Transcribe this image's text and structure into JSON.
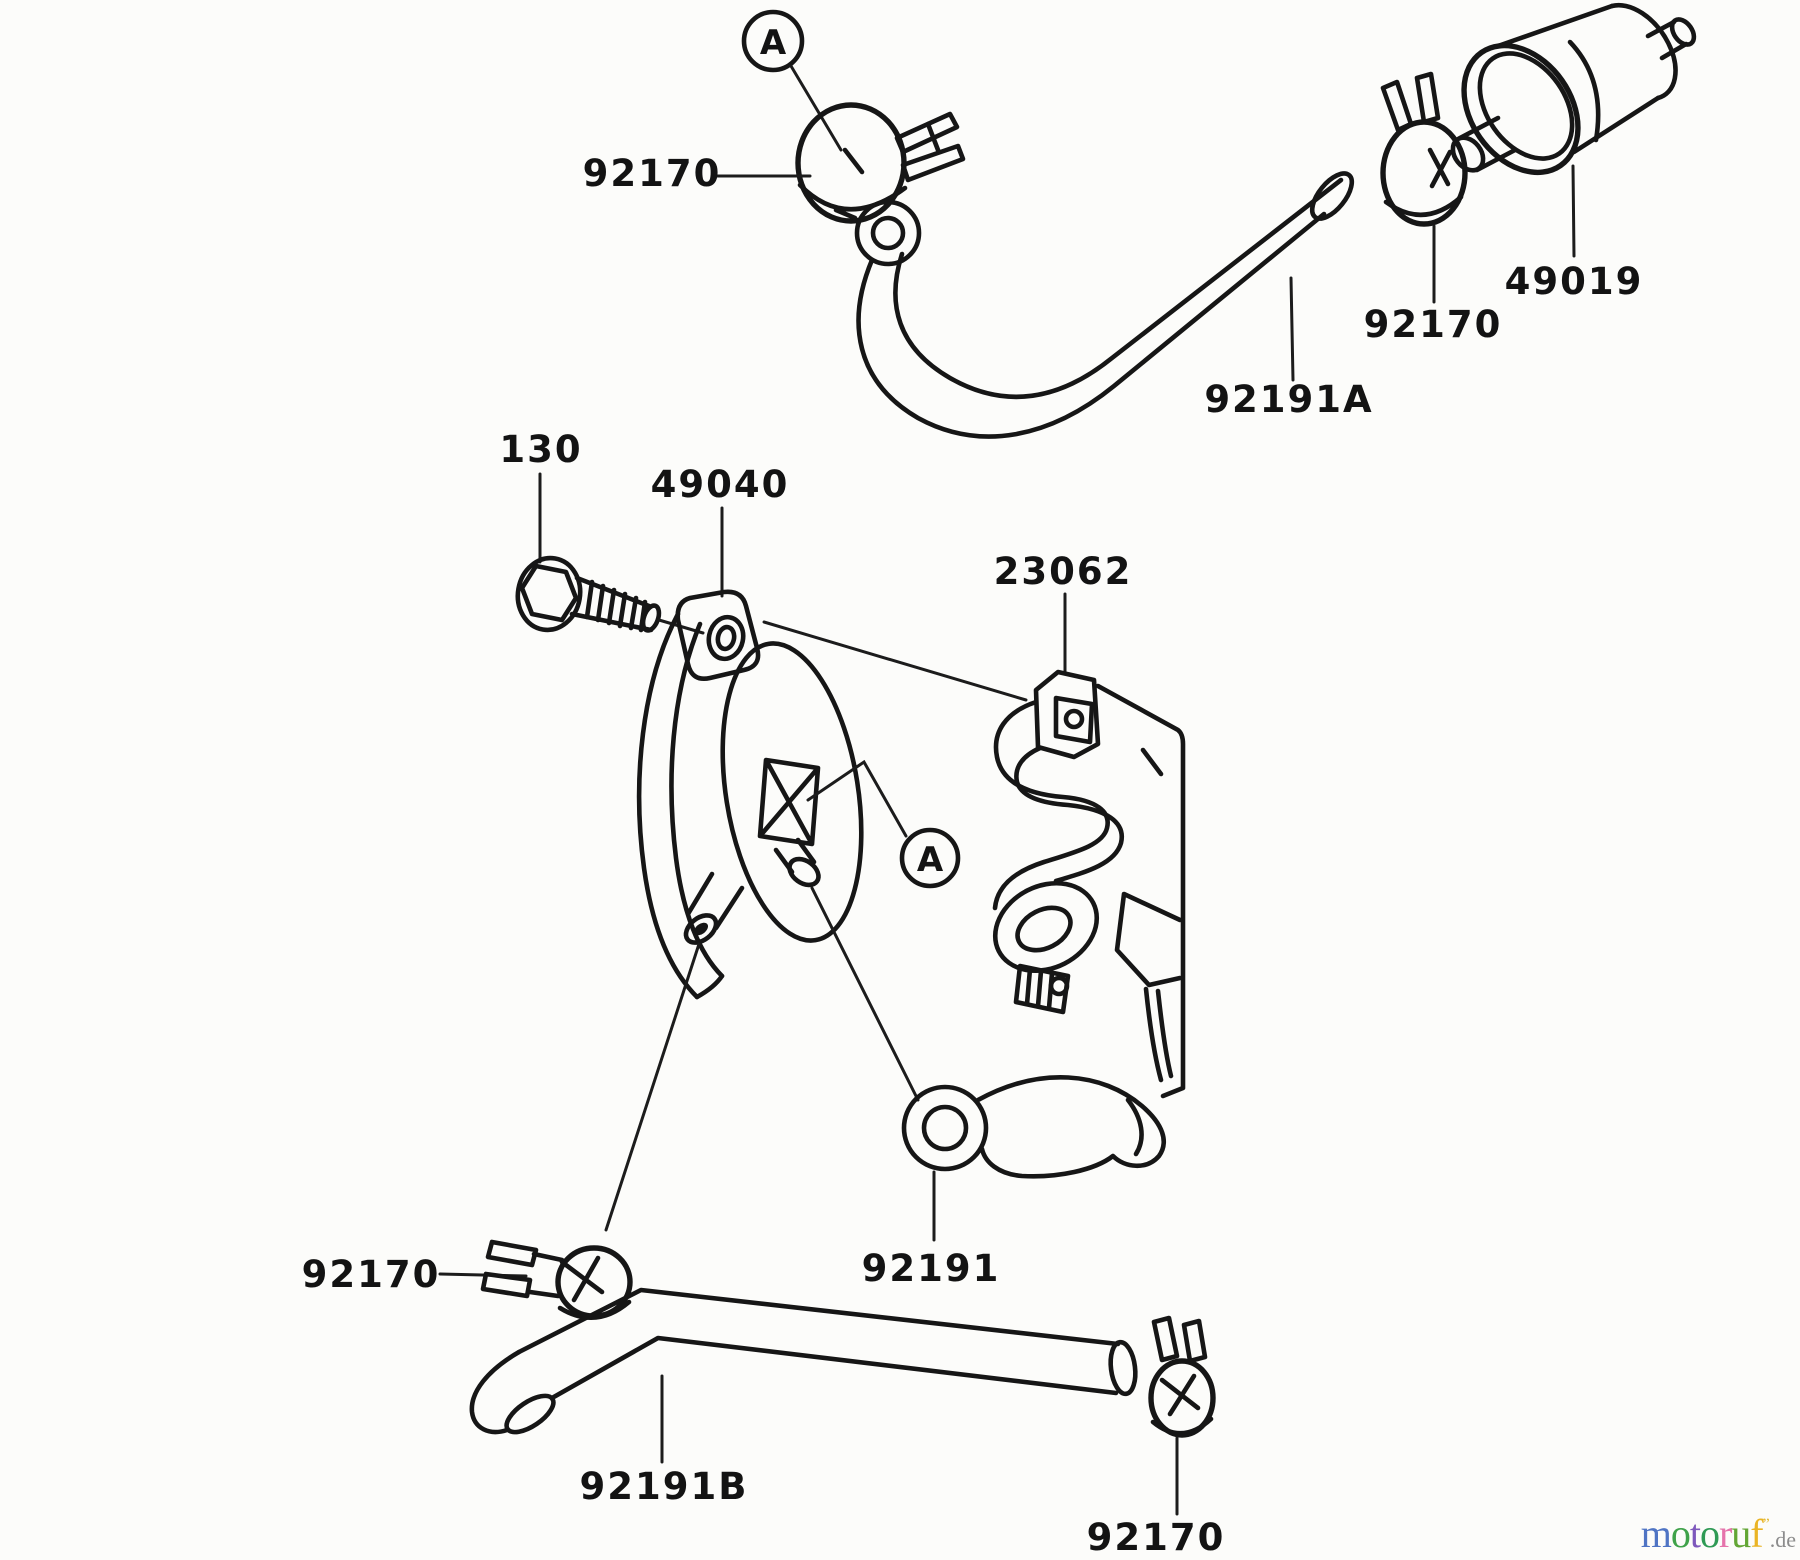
{
  "colors": {
    "ink": "#161616",
    "background": "#fcfcfa"
  },
  "labels": {
    "clamp_top": "92170",
    "hose_upper": "92191A",
    "clamp_filter": "92170",
    "fuel_filter": "49019",
    "bolt": "130",
    "fuel_valve": "49040",
    "bracket": "23062",
    "hose_outlet": "92191",
    "clamp_lower_left": "92170",
    "hose_lower": "92191B",
    "clamp_lower_right": "92170",
    "detail_marker": "A"
  },
  "watermark": {
    "brand_letters": [
      {
        "ch": "m",
        "css": "color:#4f74c4"
      },
      {
        "ch": "o",
        "css": "color:#3fa24a"
      },
      {
        "ch": "t",
        "css": "color:#7e58bc"
      },
      {
        "ch": "o",
        "css": "color:#2f9a55"
      },
      {
        "ch": "r",
        "css": "color:#e573ab"
      },
      {
        "ch": "u",
        "css": "color:#63a635"
      },
      {
        "ch": "f",
        "css": "color:#eab425"
      }
    ],
    "mark": {
      "ch": "”",
      "css": "color:#e3bb3a"
    },
    "suffix": {
      "ch": ".de",
      "css": "color:#8c8c8c"
    }
  }
}
